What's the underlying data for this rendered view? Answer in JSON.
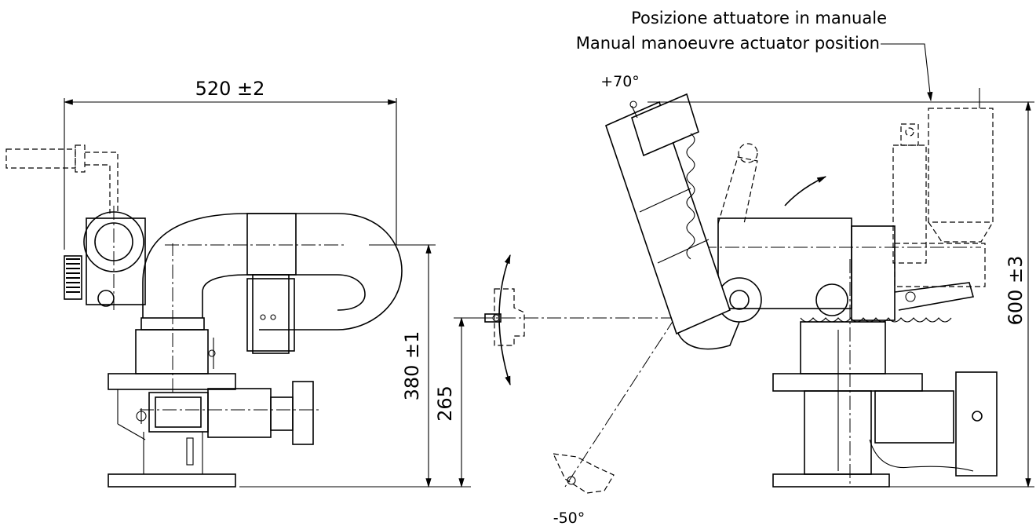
{
  "drawing": {
    "dimensions": {
      "width_left": "520 ±2",
      "height_outlet": "380 ±1",
      "height_axis": "265",
      "height_total": "600 ±3"
    },
    "angles": {
      "upper": "+70°",
      "lower": "-50°"
    },
    "notes": {
      "manual_it": "Posizione attuatore in manuale",
      "manual_en": "Manual manoeuvre actuator position"
    }
  }
}
